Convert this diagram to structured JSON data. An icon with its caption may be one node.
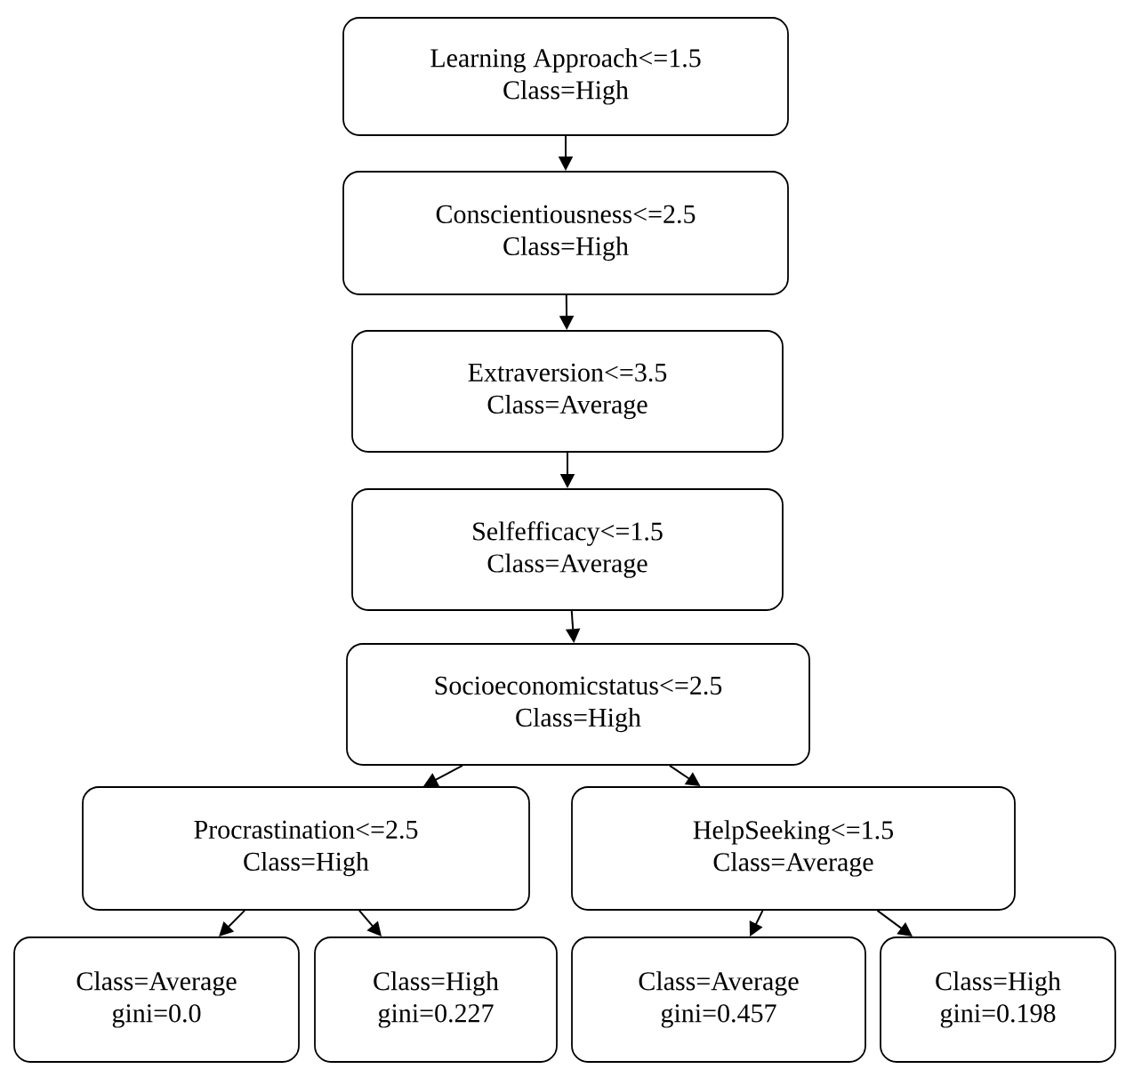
{
  "diagram": {
    "nodes": [
      {
        "text": [
          "Learning Approach<=1.5",
          "Class=High"
        ]
      },
      {
        "text": [
          "Conscientiousness<=2.5",
          "Class=High"
        ]
      },
      {
        "text": [
          "Extraversion<=3.5",
          "Class=Average"
        ]
      },
      {
        "text": [
          "Selfefficacy<=1.5",
          "Class=Average"
        ]
      },
      {
        "text": [
          "Socioeconomicstatus<=2.5",
          "Class=High"
        ]
      },
      {
        "text": [
          "Procrastination<=2.5",
          "Class=High"
        ]
      },
      {
        "text": [
          "HelpSeeking<=1.5",
          "Class=Average"
        ]
      },
      {
        "text": [
          "Class=Average",
          "gini=0.0"
        ]
      },
      {
        "text": [
          "Class=High",
          "gini=0.227"
        ]
      },
      {
        "text": [
          "Class=Average",
          "gini=0.457"
        ]
      },
      {
        "text": [
          "Class=High",
          "gini=0.198"
        ]
      }
    ],
    "edges": [
      {
        "from": 0,
        "to": 1,
        "arrow": "to"
      },
      {
        "from": 1,
        "to": 2,
        "arrow": "to"
      },
      {
        "from": 2,
        "to": 3,
        "arrow": "to"
      },
      {
        "from": 3,
        "to": 4,
        "arrow": "to"
      },
      {
        "from": 4,
        "to": 5,
        "arrow": "to"
      },
      {
        "from": 4,
        "to": 6,
        "arrow": "to"
      },
      {
        "from": 5,
        "to": 7,
        "arrow": "to"
      },
      {
        "from": 5,
        "to": 8,
        "arrow": "to"
      },
      {
        "from": 6,
        "to": 9,
        "arrow": "to"
      },
      {
        "from": 6,
        "to": 10,
        "arrow": "to"
      }
    ]
  }
}
